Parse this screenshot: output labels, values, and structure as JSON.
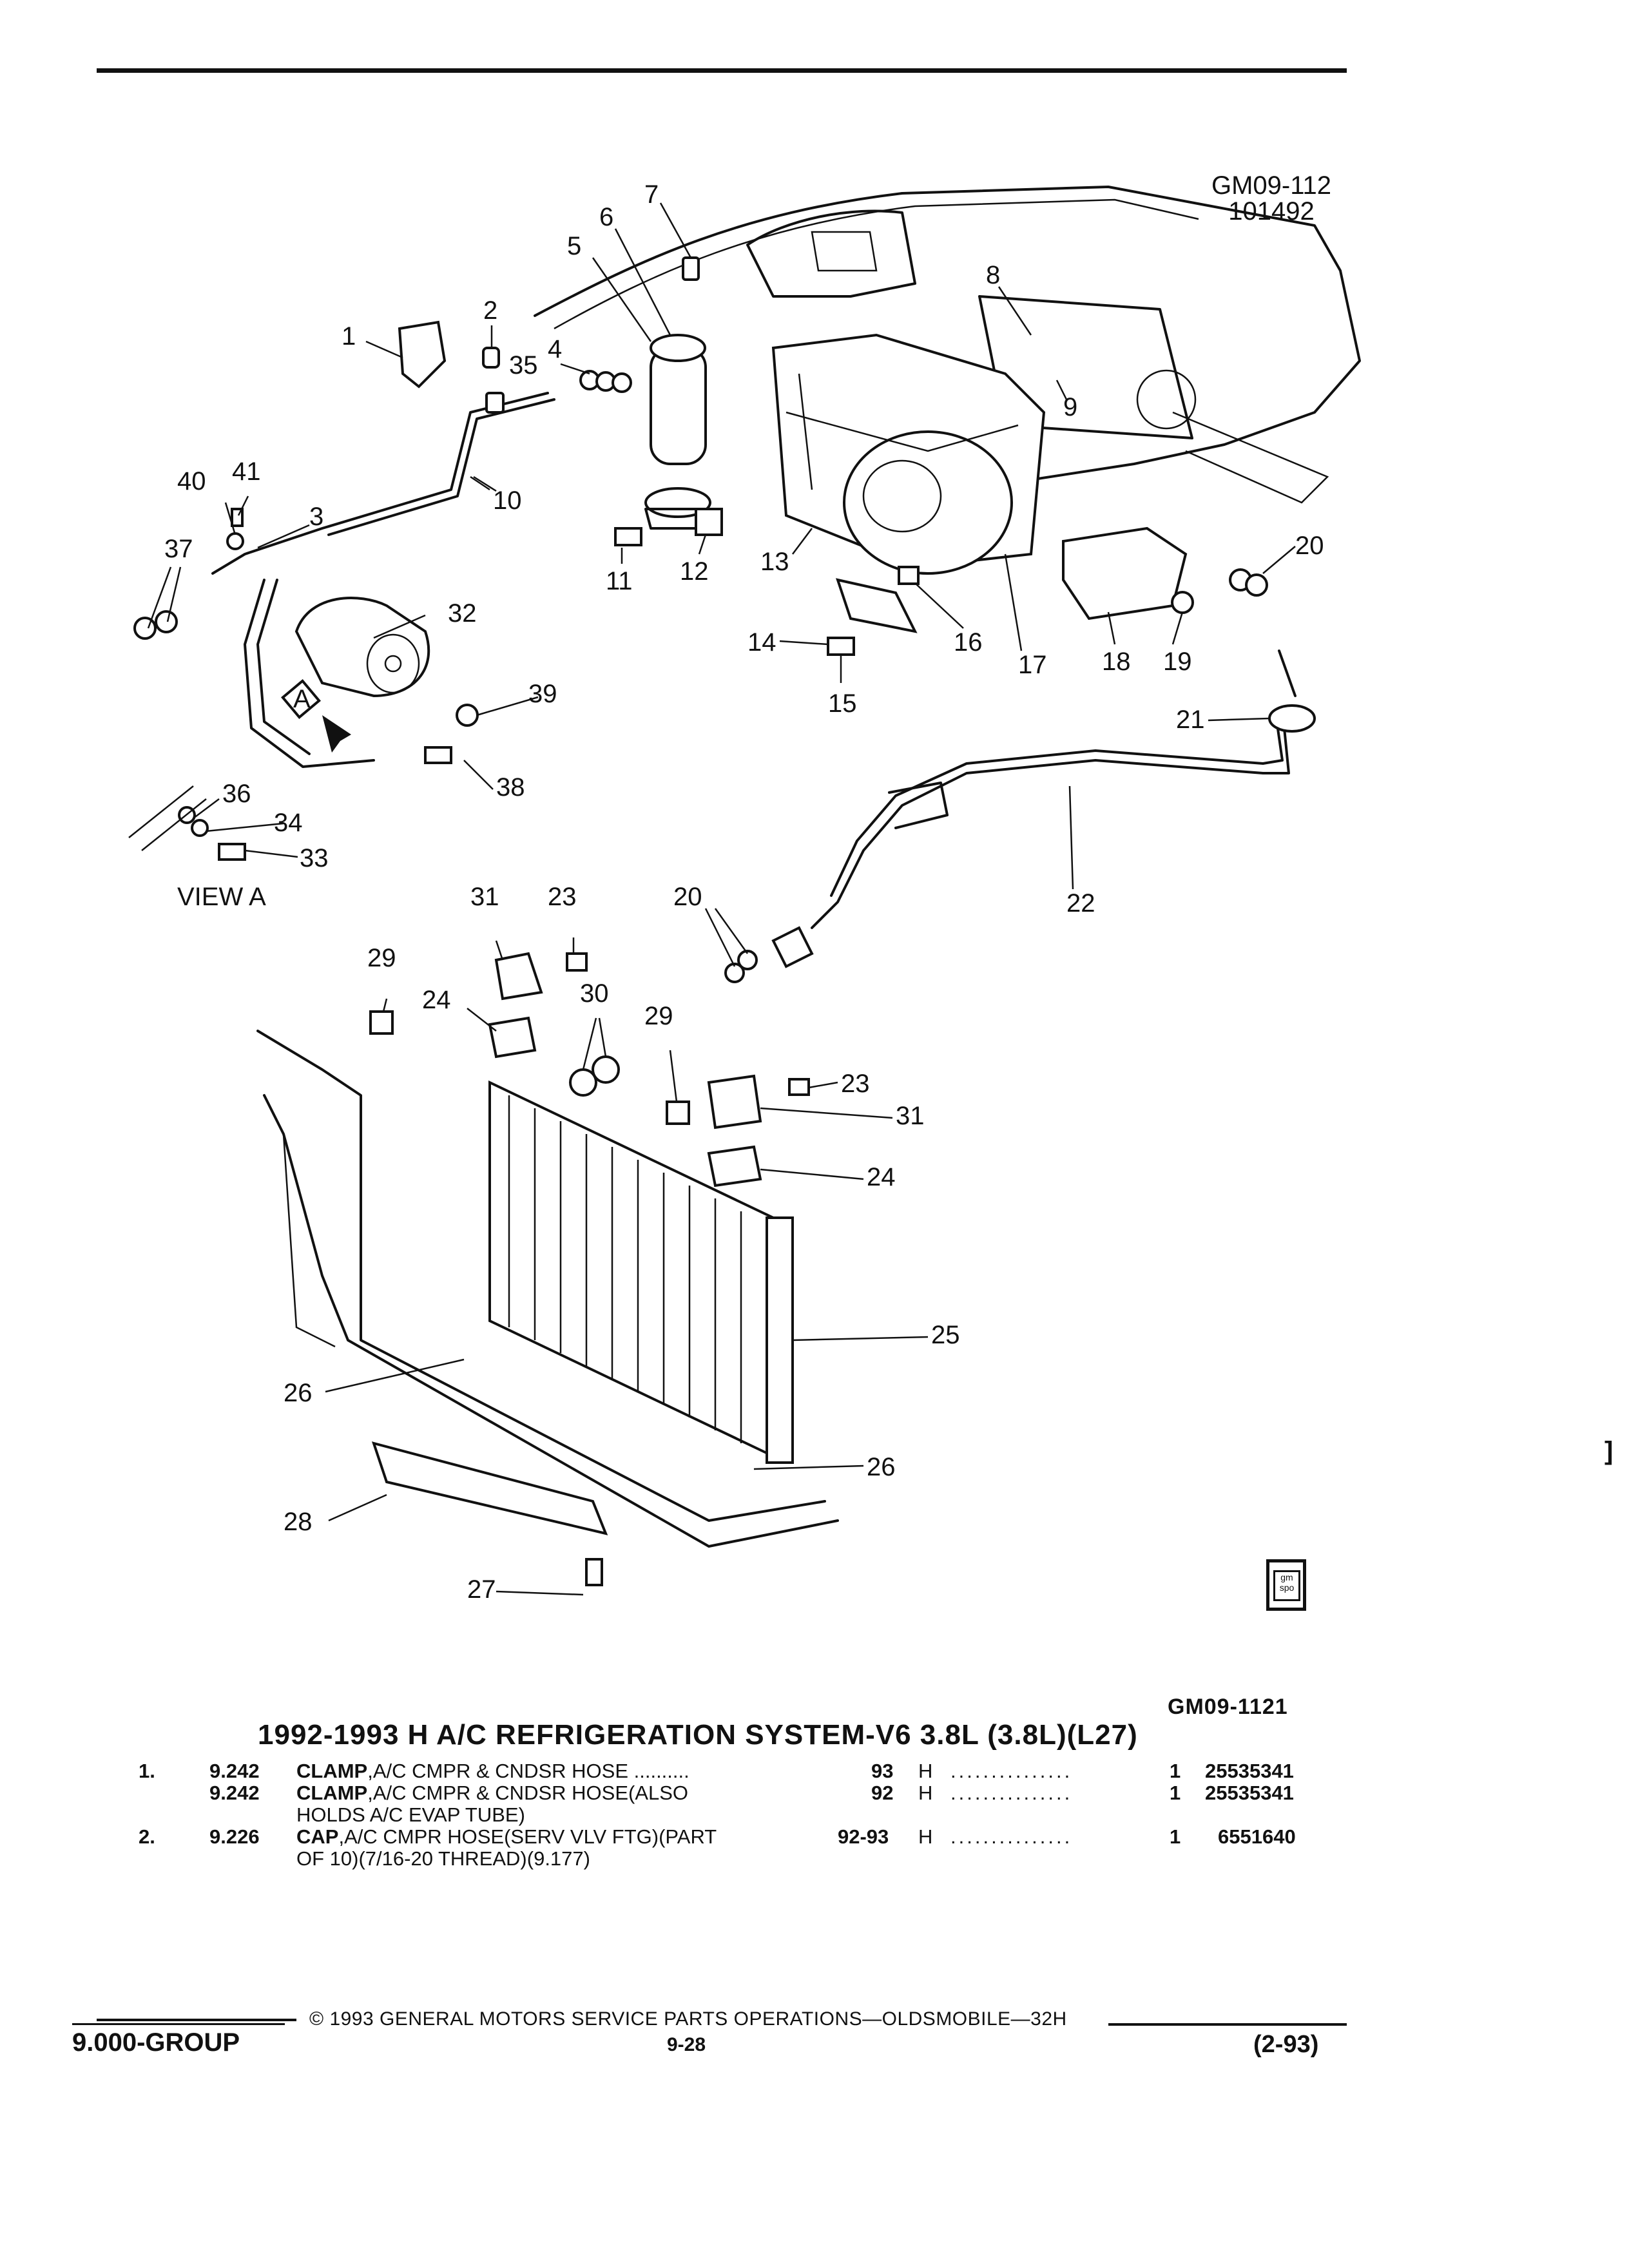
{
  "figure": {
    "id_line1": "GM09-112",
    "id_line2": "101492",
    "code": "GM09-1121",
    "view_label": "VIEW  A",
    "view_marker": "A",
    "logo_text": "gm spo",
    "callouts": [
      "1",
      "2",
      "3",
      "4",
      "5",
      "6",
      "7",
      "8",
      "9",
      "10",
      "11",
      "12",
      "13",
      "14",
      "15",
      "16",
      "17",
      "18",
      "19",
      "20",
      "20",
      "21",
      "22",
      "23",
      "23",
      "24",
      "24",
      "25",
      "26",
      "26",
      "27",
      "28",
      "29",
      "29",
      "30",
      "31",
      "31",
      "32",
      "33",
      "34",
      "35",
      "36",
      "37",
      "38",
      "39",
      "40",
      "41"
    ]
  },
  "section_title": "1992-1993 H A/C REFRIGERATION SYSTEM-V6 3.8L (3.8L)(L27)",
  "parts": [
    {
      "item": "1.",
      "code": "9.242",
      "name": "CLAMP",
      "desc": ",A/C CMPR & CNDSR HOSE",
      "desc_cont": "",
      "year": "93",
      "body": "H",
      "qty": "1",
      "part_no": "25535341"
    },
    {
      "item": "",
      "code": "9.242",
      "name": "CLAMP",
      "desc": ",A/C CMPR & CNDSR HOSE(ALSO",
      "desc_cont": "HOLDS A/C EVAP TUBE)",
      "year": "92",
      "body": "H",
      "qty": "1",
      "part_no": "25535341"
    },
    {
      "item": "2.",
      "code": "9.226",
      "name": "CAP",
      "desc": ",A/C CMPR HOSE(SERV VLV FTG)(PART",
      "desc_cont": "OF 10)(7/16-20 THREAD)(9.177)",
      "year": "92-93",
      "body": "H",
      "qty": "1",
      "part_no": "6551640"
    }
  ],
  "footer": {
    "copyright": "© 1993  GENERAL MOTORS SERVICE PARTS OPERATIONS—OLDSMOBILE—32H",
    "group": "9.000-GROUP",
    "page": "9-28",
    "date_code": "(2-93)"
  },
  "edge_marks": [
    "]"
  ]
}
